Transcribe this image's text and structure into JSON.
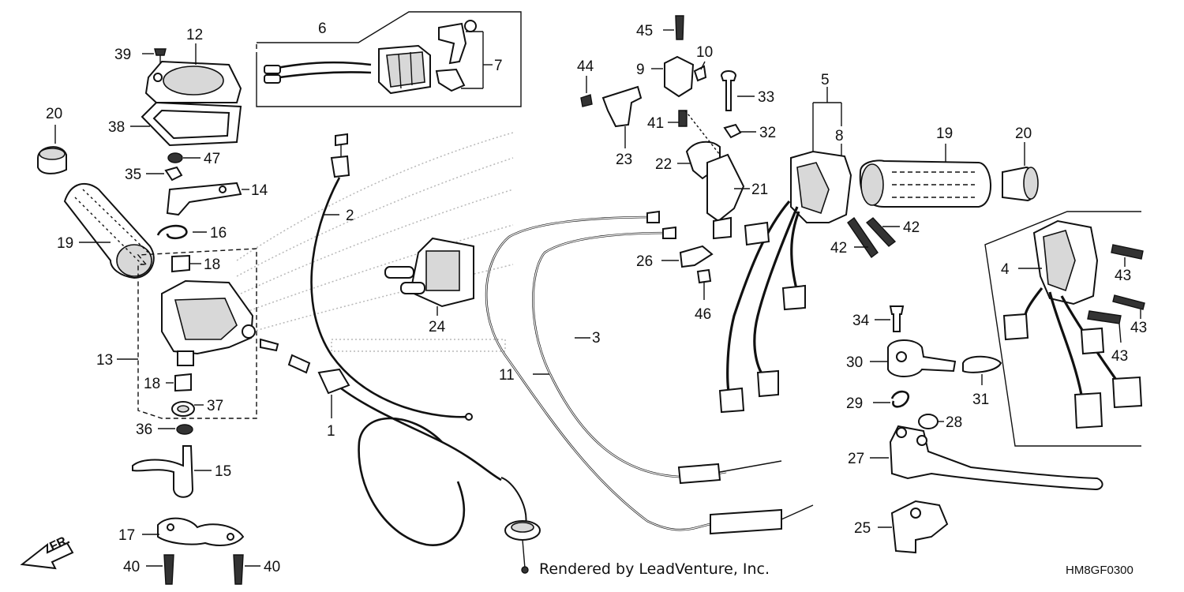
{
  "diagram": {
    "callouts": {
      "c1": "1",
      "c2": "2",
      "c3": "3",
      "c4": "4",
      "c5": "5",
      "c6": "6",
      "c7": "7",
      "c8": "8",
      "c9": "9",
      "c10": "10",
      "c11": "11",
      "c12": "12",
      "c13": "13",
      "c14": "14",
      "c15": "15",
      "c16": "16",
      "c17": "17",
      "c18a": "18",
      "c18b": "18",
      "c19a": "19",
      "c19b": "19",
      "c20a": "20",
      "c20b": "20",
      "c21": "21",
      "c22": "22",
      "c23": "23",
      "c24": "24",
      "c25": "25",
      "c26": "26",
      "c27": "27",
      "c28": "28",
      "c29": "29",
      "c30": "30",
      "c31": "31",
      "c32": "32",
      "c33": "33",
      "c34": "34",
      "c35": "35",
      "c36": "36",
      "c37": "37",
      "c38": "38",
      "c39": "39",
      "c40a": "40",
      "c40b": "40",
      "c41": "41",
      "c42a": "42",
      "c42b": "42",
      "c43a": "43",
      "c43b": "43",
      "c43c": "43",
      "c44": "44",
      "c45": "45",
      "c46": "46",
      "c47": "47"
    },
    "direction_label": "FR.",
    "credit": "Rendered by LeadVenture, Inc.",
    "diagram_code": "HM8GF0300"
  }
}
